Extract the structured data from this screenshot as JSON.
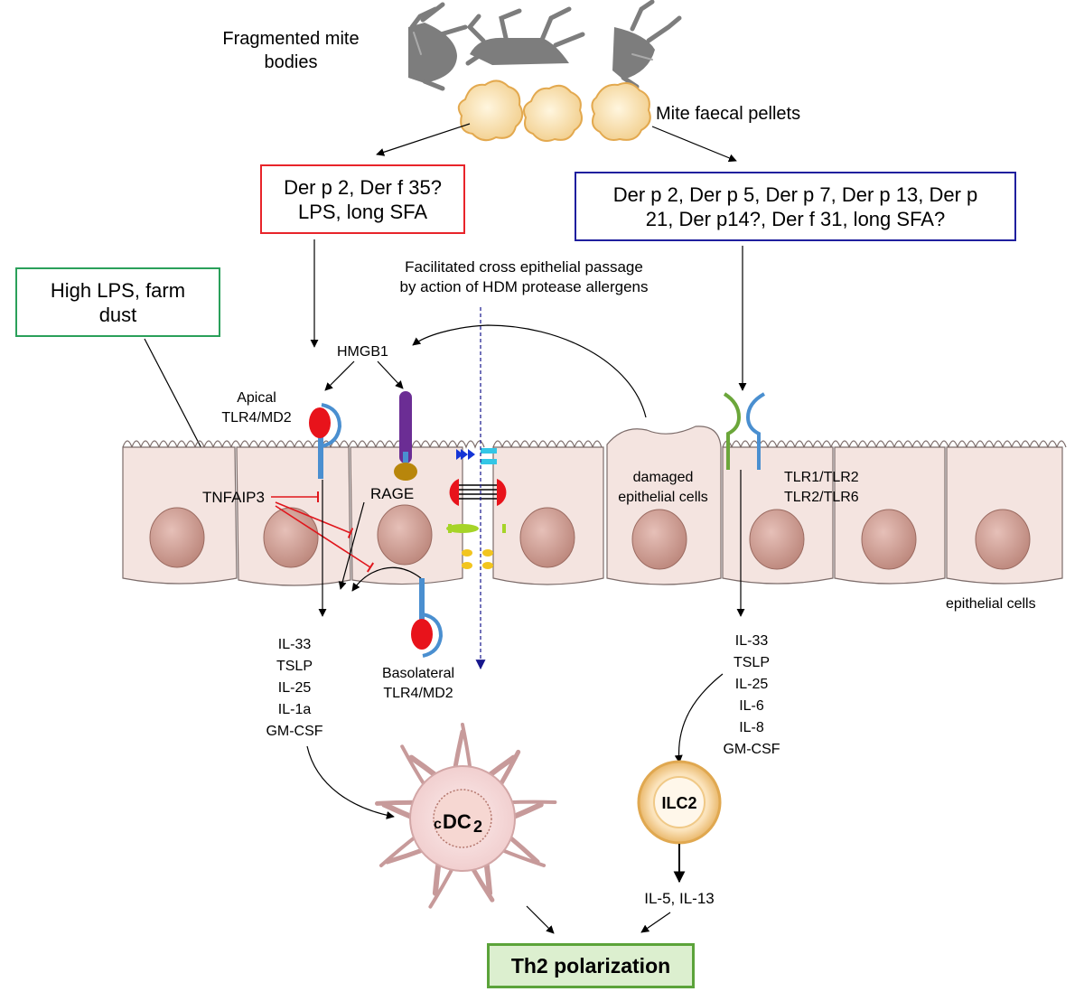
{
  "labels": {
    "fragmented_line1": "Fragmented mite",
    "fragmented_line2": "bodies",
    "faecal": "Mite faecal pellets",
    "facilitated_line1": "Facilitated cross epithelial passage",
    "facilitated_line2": "by action of HDM protease allergens",
    "hmgb1": "HMGB1",
    "apical_line1": "Apical",
    "apical_line2": "TLR4/MD2",
    "tnfaip3": "TNFAIP3",
    "rage": "RAGE",
    "damaged_line1": "damaged",
    "damaged_line2": "epithelial cells",
    "tlr_line1": "TLR1/TLR2",
    "tlr_line2": "TLR2/TLR6",
    "epithelial": "epithelial cells",
    "basolateral_line1": "Basolateral",
    "basolateral_line2": "TLR4/MD2",
    "cdc2_prefix": "c",
    "cdc2_main": "DC",
    "cdc2_sub": "2",
    "ilc2": "ILC2",
    "il5_il13": "IL-5, IL-13",
    "th2": "Th2 polarization"
  },
  "boxes": {
    "red_line1": "Der p 2, Der f 35?",
    "red_line2": "LPS, long SFA",
    "blue_line1": "Der p 2, Der p 5, Der p 7, Der p 13, Der p",
    "blue_line2": "21, Der p14?, Der f 31, long SFA?",
    "green_line1": "High LPS, farm",
    "green_line2": "dust"
  },
  "left_cytokines": [
    "IL-33",
    "TSLP",
    "IL-25",
    "IL-1a",
    "GM-CSF"
  ],
  "right_cytokines": [
    "IL-33",
    "TSLP",
    "IL-25",
    "IL-6",
    "IL-8",
    "GM-CSF"
  ],
  "colors": {
    "red_box": "#e8242a",
    "blue_box": "#1f1f9e",
    "green_box": "#2aa05a",
    "th2_fill": "#dcefcf",
    "th2_border": "#5ba33a",
    "cell_fill": "#f4e4e0",
    "nucleus": "#c9958a",
    "inhibit": "#e0161c",
    "mite_gray": "#7d7d7d",
    "pellet": "#f4d49a"
  }
}
